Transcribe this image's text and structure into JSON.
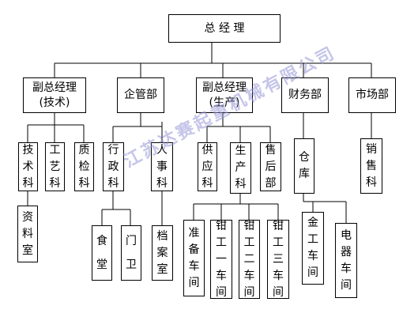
{
  "org_chart": {
    "root": "总  经  理",
    "level1": {
      "vp_tech": "副总经理\n(技术)",
      "enterprise_mgmt": "企管部",
      "vp_production": "副总经理\n(生产)",
      "finance": "财务部",
      "marketing": "市场部"
    },
    "level2": {
      "tech_dept": "技术科",
      "process_dept": "工艺科",
      "quality_dept": "质检科",
      "admin_dept": "行政科",
      "hr_dept": "人事科",
      "supply_dept": "供应科",
      "production_dept": "生产科",
      "after_sales_dept": "售后部",
      "warehouse": "仓库",
      "sales_dept": "销售科"
    },
    "level3": {
      "archive_room": "资料室",
      "canteen": "食堂",
      "guard": "门卫",
      "records_room": "档案室",
      "prep_workshop": "准备车间",
      "fitter_ws1": "钳工一车间",
      "fitter_ws2": "钳工二车间",
      "fitter_ws3": "钳工三车间",
      "metalwork_ws": "金工车间",
      "electric_ws": "电器车间"
    }
  },
  "watermark": "江苏达赛起重机械有限公司",
  "colors": {
    "line": "#000000",
    "box_border": "#000000",
    "watermark": "#9696d7"
  }
}
